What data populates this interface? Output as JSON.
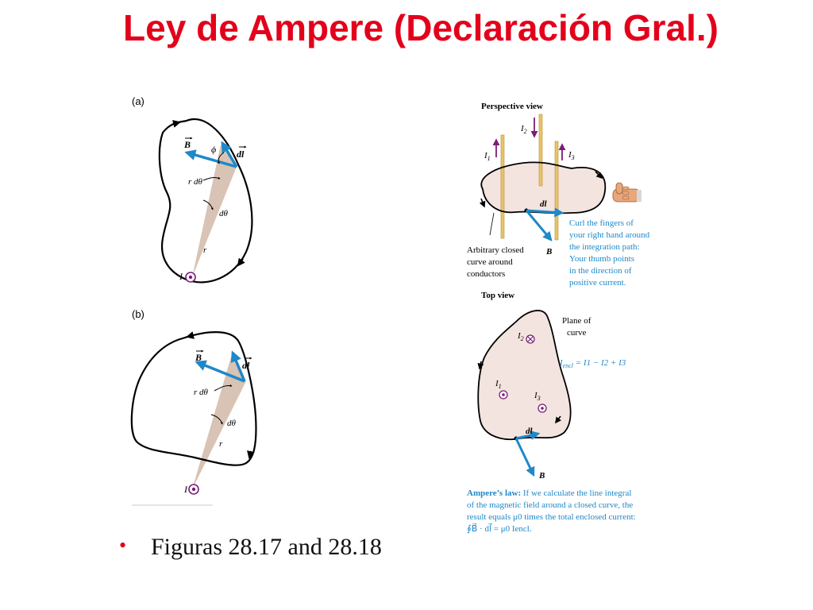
{
  "title": "Ley de Ampere (Declaración Gral.)",
  "bullet_text": "Figuras 28.17 and 28.18",
  "fig_a": {
    "tag": "(a)",
    "B": "B",
    "dl": "dl",
    "phi": "ϕ",
    "r_dtheta": "r dθ",
    "dtheta": "dθ",
    "r": "r",
    "I": "I"
  },
  "fig_b": {
    "tag": "(b)",
    "B": "B",
    "dl": "dl",
    "r_dtheta": "r dθ",
    "dtheta": "dθ",
    "r": "r",
    "I": "I"
  },
  "perspective": {
    "heading": "Perspective view",
    "I1_letter": "I",
    "I1_sub": "1",
    "I2_letter": "I",
    "I2_sub": "2",
    "I3_letter": "I",
    "I3_sub": "3",
    "dl": "dl⃗",
    "B": "B⃗",
    "curl_lines": [
      "Curl the fingers of",
      "your right hand around",
      "the integration path:",
      "Your thumb points",
      "in the direction of",
      "positive current."
    ],
    "arbitrary_lines": [
      "Arbitrary closed",
      "curve around",
      "conductors"
    ]
  },
  "top_view": {
    "heading": "Top view",
    "plane_lines": [
      "Plane of",
      "curve"
    ],
    "I1_letter": "I",
    "I1_sub": "1",
    "I2_letter": "I",
    "I2_sub": "2",
    "I3_letter": "I",
    "I3_sub": "3",
    "ienc_letter": "I",
    "ienc_sub": "encl",
    "ienc_rhs": " = I1 − I2 + I3",
    "dl": "dl⃗",
    "B": "B⃗"
  },
  "amperes_law": {
    "lead": "Ampere’s law:",
    "line1": " If we calculate the line integral",
    "line2": "of the magnetic field around a closed curve, the",
    "line3": "result equals μ0 times the total enclosed current:",
    "equation": "∮B⃗ · dl⃗ = μ0 Iencl."
  },
  "colors": {
    "title": "#e3001b",
    "vector_blue": "#1e88c9",
    "wedge": "#d8c3b5",
    "current_dot": "#7a1e7a",
    "conductor": "#e9c36a",
    "surface": "#f3e4df",
    "caption_blue": "#1e88c9"
  }
}
